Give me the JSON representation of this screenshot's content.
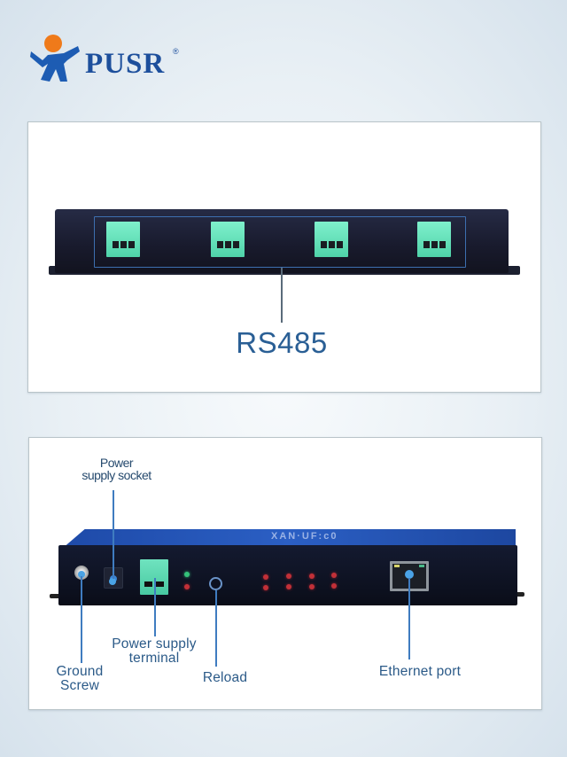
{
  "brand": {
    "name": "PUSR",
    "registered_mark": "®",
    "logo_icon": "person-logo-icon",
    "colors": {
      "primary": "#1d4f9c",
      "accent_orange": "#ef7a1a"
    }
  },
  "panels": [
    {
      "id": "top",
      "view": "RS485 side",
      "callout_label": "RS485",
      "terminal_count": 4,
      "terminal_color": "#5fe0b8"
    },
    {
      "id": "bottom",
      "view": "Front side",
      "callouts": [
        {
          "label_line1": "Power",
          "label_line2": "supply socket"
        },
        {
          "label_line1": "Ground",
          "label_line2": "Screw"
        },
        {
          "label_line1": "Power supply",
          "label_line2": "terminal"
        },
        {
          "label_line1": "Reload",
          "label_line2": ""
        },
        {
          "label_line1": "Ethernet port",
          "label_line2": ""
        }
      ],
      "device_model_text": "XAN·UF:c0"
    }
  ],
  "colors": {
    "device_body": "#141a30",
    "device_top_blue": "#2b5fc4",
    "callout_blue": "#3f7cc0",
    "label_text": "#2a5f95",
    "led_red": "#c23038",
    "led_green": "#35c27a"
  }
}
